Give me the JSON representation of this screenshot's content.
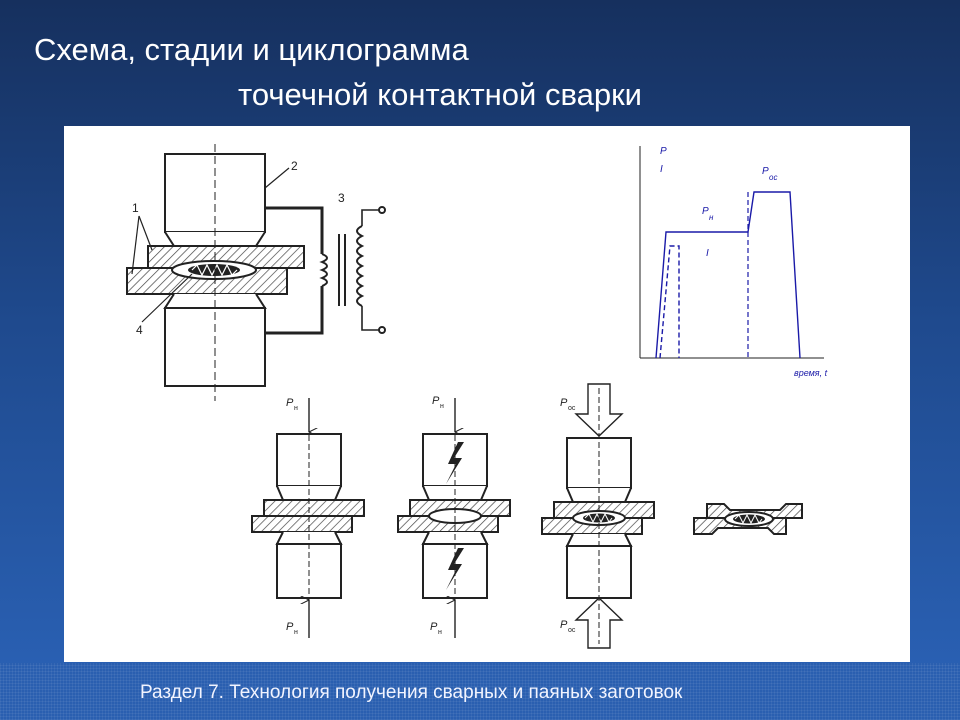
{
  "slide": {
    "title_line1": "Схема, стадии и циклограмма",
    "title_line2": "точечной контактной сварки",
    "footer": "Раздел 7. Технология получения сварных и паяных заготовок"
  },
  "scheme": {
    "labels": [
      "1",
      "2",
      "3",
      "4"
    ]
  },
  "stages": {
    "force_label": "P",
    "force_sub_n": "н",
    "force_sub_os": "ос"
  },
  "cyclogram": {
    "y_label_top": "P",
    "y_label_bottom": "I",
    "label_pn": "P",
    "label_pn_sub": "н",
    "label_pos": "P",
    "label_pos_sub": "ос",
    "label_i": "I",
    "x_label": "время, t"
  }
}
